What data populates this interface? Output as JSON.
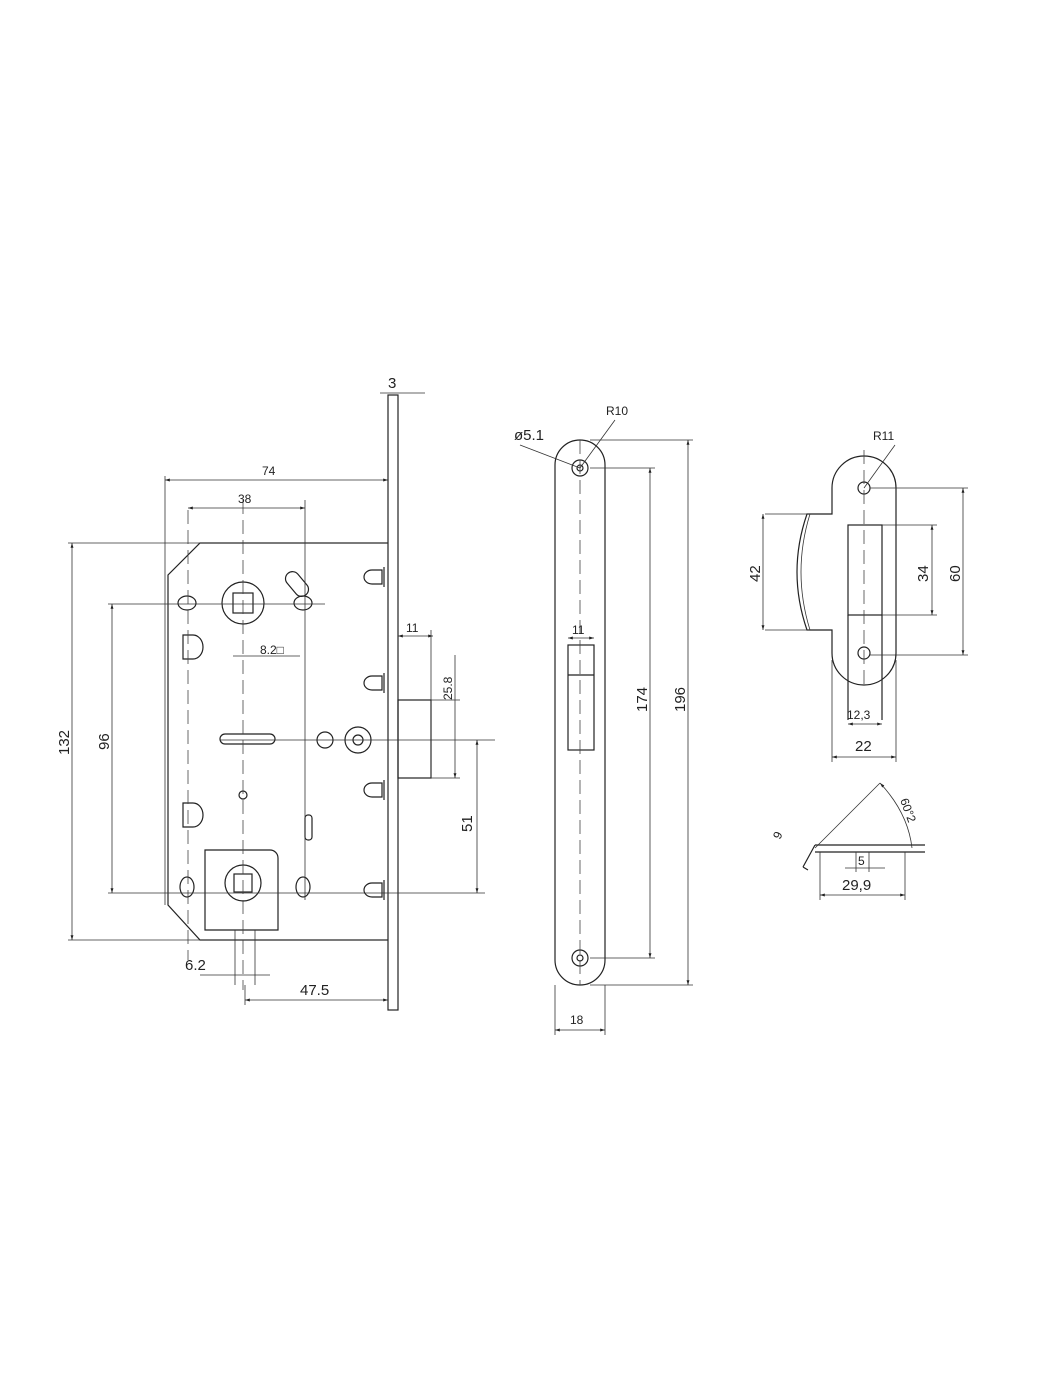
{
  "drawing": {
    "lock_body": {
      "faceplate_thickness": "3",
      "body_depth": "74",
      "width_38": "38",
      "height": "132",
      "handle_to_key_distance": "96",
      "spindle_square": "8.2□",
      "latch_projection": "11",
      "latch_height": "25.8",
      "latch_to_cylinder": "51",
      "cylinder_pin": "6.2",
      "backset": "47.5"
    },
    "faceplate": {
      "hole_diameter": "ø5.1",
      "corner_radius": "R10",
      "latch_window_width": "11",
      "hole_spacing": "174",
      "length": "196",
      "width": "18"
    },
    "strike_plate": {
      "corner_radius": "R11",
      "wing_height": "42",
      "opening_height": "34",
      "hole_spacing": "60",
      "opening_width": "12,3",
      "width": "22",
      "angle": "60°2",
      "lip": "9",
      "slot": "5",
      "depth": "29,9"
    }
  }
}
